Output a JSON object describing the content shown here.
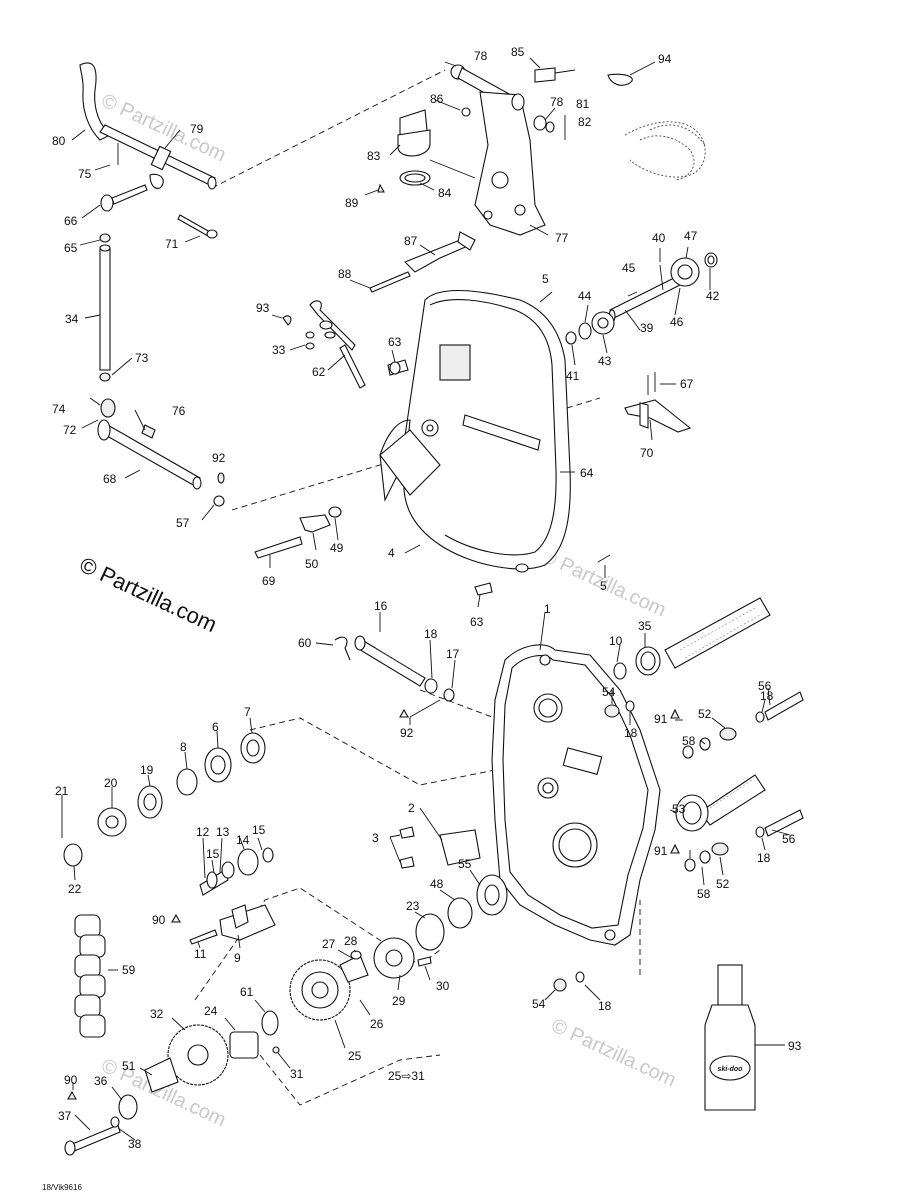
{
  "watermark": "© Partzilla.com",
  "watermark_faint": "© Partzilla.com",
  "drawing_code": "18/Vik9616",
  "range_label": "25⇨31",
  "bottle_label": "ski-doo",
  "callouts": [
    {
      "id": "78a",
      "label": "78"
    },
    {
      "id": "85",
      "label": "85"
    },
    {
      "id": "94",
      "label": "94"
    },
    {
      "id": "80",
      "label": "80"
    },
    {
      "id": "79",
      "label": "79"
    },
    {
      "id": "86",
      "label": "86"
    },
    {
      "id": "78b",
      "label": "78"
    },
    {
      "id": "81",
      "label": "81"
    },
    {
      "id": "82",
      "label": "82"
    },
    {
      "id": "75",
      "label": "75"
    },
    {
      "id": "83",
      "label": "83"
    },
    {
      "id": "66",
      "label": "66"
    },
    {
      "id": "89",
      "label": "89"
    },
    {
      "id": "84",
      "label": "84"
    },
    {
      "id": "71",
      "label": "71"
    },
    {
      "id": "77",
      "label": "77"
    },
    {
      "id": "65",
      "label": "65"
    },
    {
      "id": "87",
      "label": "87"
    },
    {
      "id": "40",
      "label": "40"
    },
    {
      "id": "47",
      "label": "47"
    },
    {
      "id": "88",
      "label": "88"
    },
    {
      "id": "45",
      "label": "45"
    },
    {
      "id": "5a",
      "label": "5"
    },
    {
      "id": "42",
      "label": "42"
    },
    {
      "id": "93a",
      "label": "93"
    },
    {
      "id": "44",
      "label": "44"
    },
    {
      "id": "34",
      "label": "34"
    },
    {
      "id": "39",
      "label": "39"
    },
    {
      "id": "46",
      "label": "46"
    },
    {
      "id": "33",
      "label": "33"
    },
    {
      "id": "63a",
      "label": "63"
    },
    {
      "id": "43",
      "label": "43"
    },
    {
      "id": "73",
      "label": "73"
    },
    {
      "id": "62",
      "label": "62"
    },
    {
      "id": "41",
      "label": "41"
    },
    {
      "id": "67",
      "label": "67"
    },
    {
      "id": "74",
      "label": "74"
    },
    {
      "id": "76",
      "label": "76"
    },
    {
      "id": "72",
      "label": "72"
    },
    {
      "id": "70",
      "label": "70"
    },
    {
      "id": "92a",
      "label": "92"
    },
    {
      "id": "64",
      "label": "64"
    },
    {
      "id": "68",
      "label": "68"
    },
    {
      "id": "57",
      "label": "57"
    },
    {
      "id": "49",
      "label": "49"
    },
    {
      "id": "4",
      "label": "4"
    },
    {
      "id": "50",
      "label": "50"
    },
    {
      "id": "69",
      "label": "69"
    },
    {
      "id": "5b",
      "label": "5"
    },
    {
      "id": "63b",
      "label": "63"
    },
    {
      "id": "1",
      "label": "1"
    },
    {
      "id": "16",
      "label": "16"
    },
    {
      "id": "35",
      "label": "35"
    },
    {
      "id": "60",
      "label": "60"
    },
    {
      "id": "18a",
      "label": "18"
    },
    {
      "id": "10",
      "label": "10"
    },
    {
      "id": "17",
      "label": "17"
    },
    {
      "id": "54a",
      "label": "54"
    },
    {
      "id": "56a",
      "label": "56"
    },
    {
      "id": "18b",
      "label": "18"
    },
    {
      "id": "92b",
      "label": "92"
    },
    {
      "id": "91a",
      "label": "91"
    },
    {
      "id": "52a",
      "label": "52"
    },
    {
      "id": "18c",
      "label": "18"
    },
    {
      "id": "7",
      "label": "7"
    },
    {
      "id": "6",
      "label": "6"
    },
    {
      "id": "58a",
      "label": "58"
    },
    {
      "id": "8",
      "label": "8"
    },
    {
      "id": "21",
      "label": "21"
    },
    {
      "id": "20",
      "label": "20"
    },
    {
      "id": "19",
      "label": "19"
    },
    {
      "id": "2",
      "label": "2"
    },
    {
      "id": "53",
      "label": "53"
    },
    {
      "id": "12",
      "label": "12"
    },
    {
      "id": "13",
      "label": "13"
    },
    {
      "id": "14",
      "label": "14"
    },
    {
      "id": "15a",
      "label": "15"
    },
    {
      "id": "15b",
      "label": "15"
    },
    {
      "id": "3",
      "label": "3"
    },
    {
      "id": "56b",
      "label": "56"
    },
    {
      "id": "91b",
      "label": "91"
    },
    {
      "id": "18d",
      "label": "18"
    },
    {
      "id": "22",
      "label": "22"
    },
    {
      "id": "55",
      "label": "55"
    },
    {
      "id": "52b",
      "label": "52"
    },
    {
      "id": "58b",
      "label": "58"
    },
    {
      "id": "48",
      "label": "48"
    },
    {
      "id": "23",
      "label": "23"
    },
    {
      "id": "90a",
      "label": "90"
    },
    {
      "id": "11",
      "label": "11"
    },
    {
      "id": "9",
      "label": "9"
    },
    {
      "id": "27",
      "label": "27"
    },
    {
      "id": "28",
      "label": "28"
    },
    {
      "id": "59",
      "label": "59"
    },
    {
      "id": "30",
      "label": "30"
    },
    {
      "id": "29",
      "label": "29"
    },
    {
      "id": "54b",
      "label": "54"
    },
    {
      "id": "18e",
      "label": "18"
    },
    {
      "id": "61",
      "label": "61"
    },
    {
      "id": "26",
      "label": "26"
    },
    {
      "id": "32",
      "label": "32"
    },
    {
      "id": "24",
      "label": "24"
    },
    {
      "id": "25",
      "label": "25"
    },
    {
      "id": "93b",
      "label": "93"
    },
    {
      "id": "31",
      "label": "31"
    },
    {
      "id": "51",
      "label": "51"
    },
    {
      "id": "90b",
      "label": "90"
    },
    {
      "id": "36",
      "label": "36"
    },
    {
      "id": "37",
      "label": "37"
    },
    {
      "id": "38",
      "label": "38"
    }
  ]
}
